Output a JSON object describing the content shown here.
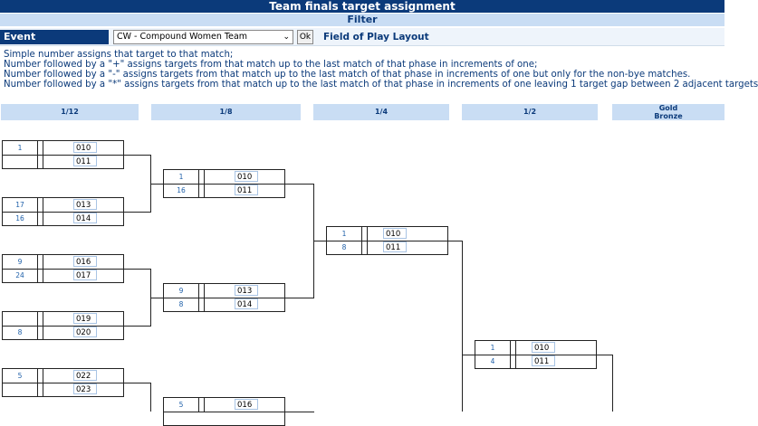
{
  "header": {
    "title": "Team finals target assignment",
    "filter": "Filter"
  },
  "event_row": {
    "label": "Event",
    "selected": "CW - Compound Women Team",
    "ok": "Ok",
    "fop_link": "Field of Play Layout"
  },
  "instructions": [
    "Simple number assigns that target to that match;",
    "Number followed by a \"+\" assigns targets from that match up to the last match of that phase in increments of one;",
    "Number followed by a \"-\" assigns targets from that match up to the last match of that phase in increments of one but only for the non-bye matches.",
    "Number followed by a \"*\" assigns targets from that match up to the last match of that phase in increments of one leaving 1 target gap between 2 adjacent targets"
  ],
  "phases": {
    "p12": "1/12",
    "p8": "1/8",
    "p4": "1/4",
    "p2": "1/2",
    "gold": "Gold",
    "bronze": "Bronze"
  },
  "matches": {
    "m12_1": {
      "s1": "1",
      "t1": "010",
      "s2": "",
      "t2": "011"
    },
    "m12_2": {
      "s1": "17",
      "t1": "013",
      "s2": "16",
      "t2": "014"
    },
    "m12_3": {
      "s1": "9",
      "t1": "016",
      "s2": "24",
      "t2": "017"
    },
    "m12_4": {
      "s1": "",
      "t1": "019",
      "s2": "8",
      "t2": "020"
    },
    "m12_5": {
      "s1": "5",
      "t1": "022",
      "s2": "",
      "t2": "023"
    },
    "m8_1": {
      "s1": "1",
      "t1": "010",
      "s2": "16",
      "t2": "011"
    },
    "m8_2": {
      "s1": "9",
      "t1": "013",
      "s2": "8",
      "t2": "014"
    },
    "m8_3": {
      "s1": "5",
      "t1": "016"
    },
    "m4_1": {
      "s1": "1",
      "t1": "010",
      "s2": "8",
      "t2": "011"
    },
    "m2_1": {
      "s1": "1",
      "t1": "010",
      "s2": "4",
      "t2": "011"
    }
  }
}
